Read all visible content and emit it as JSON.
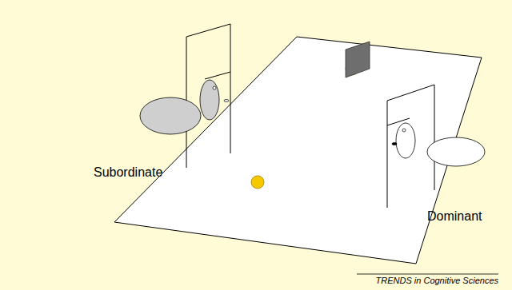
{
  "diagram": {
    "labels": [
      "Subordinate",
      "Dominant",
      "TRENDS in Cognitive Sciences"
    ]
  }
}
